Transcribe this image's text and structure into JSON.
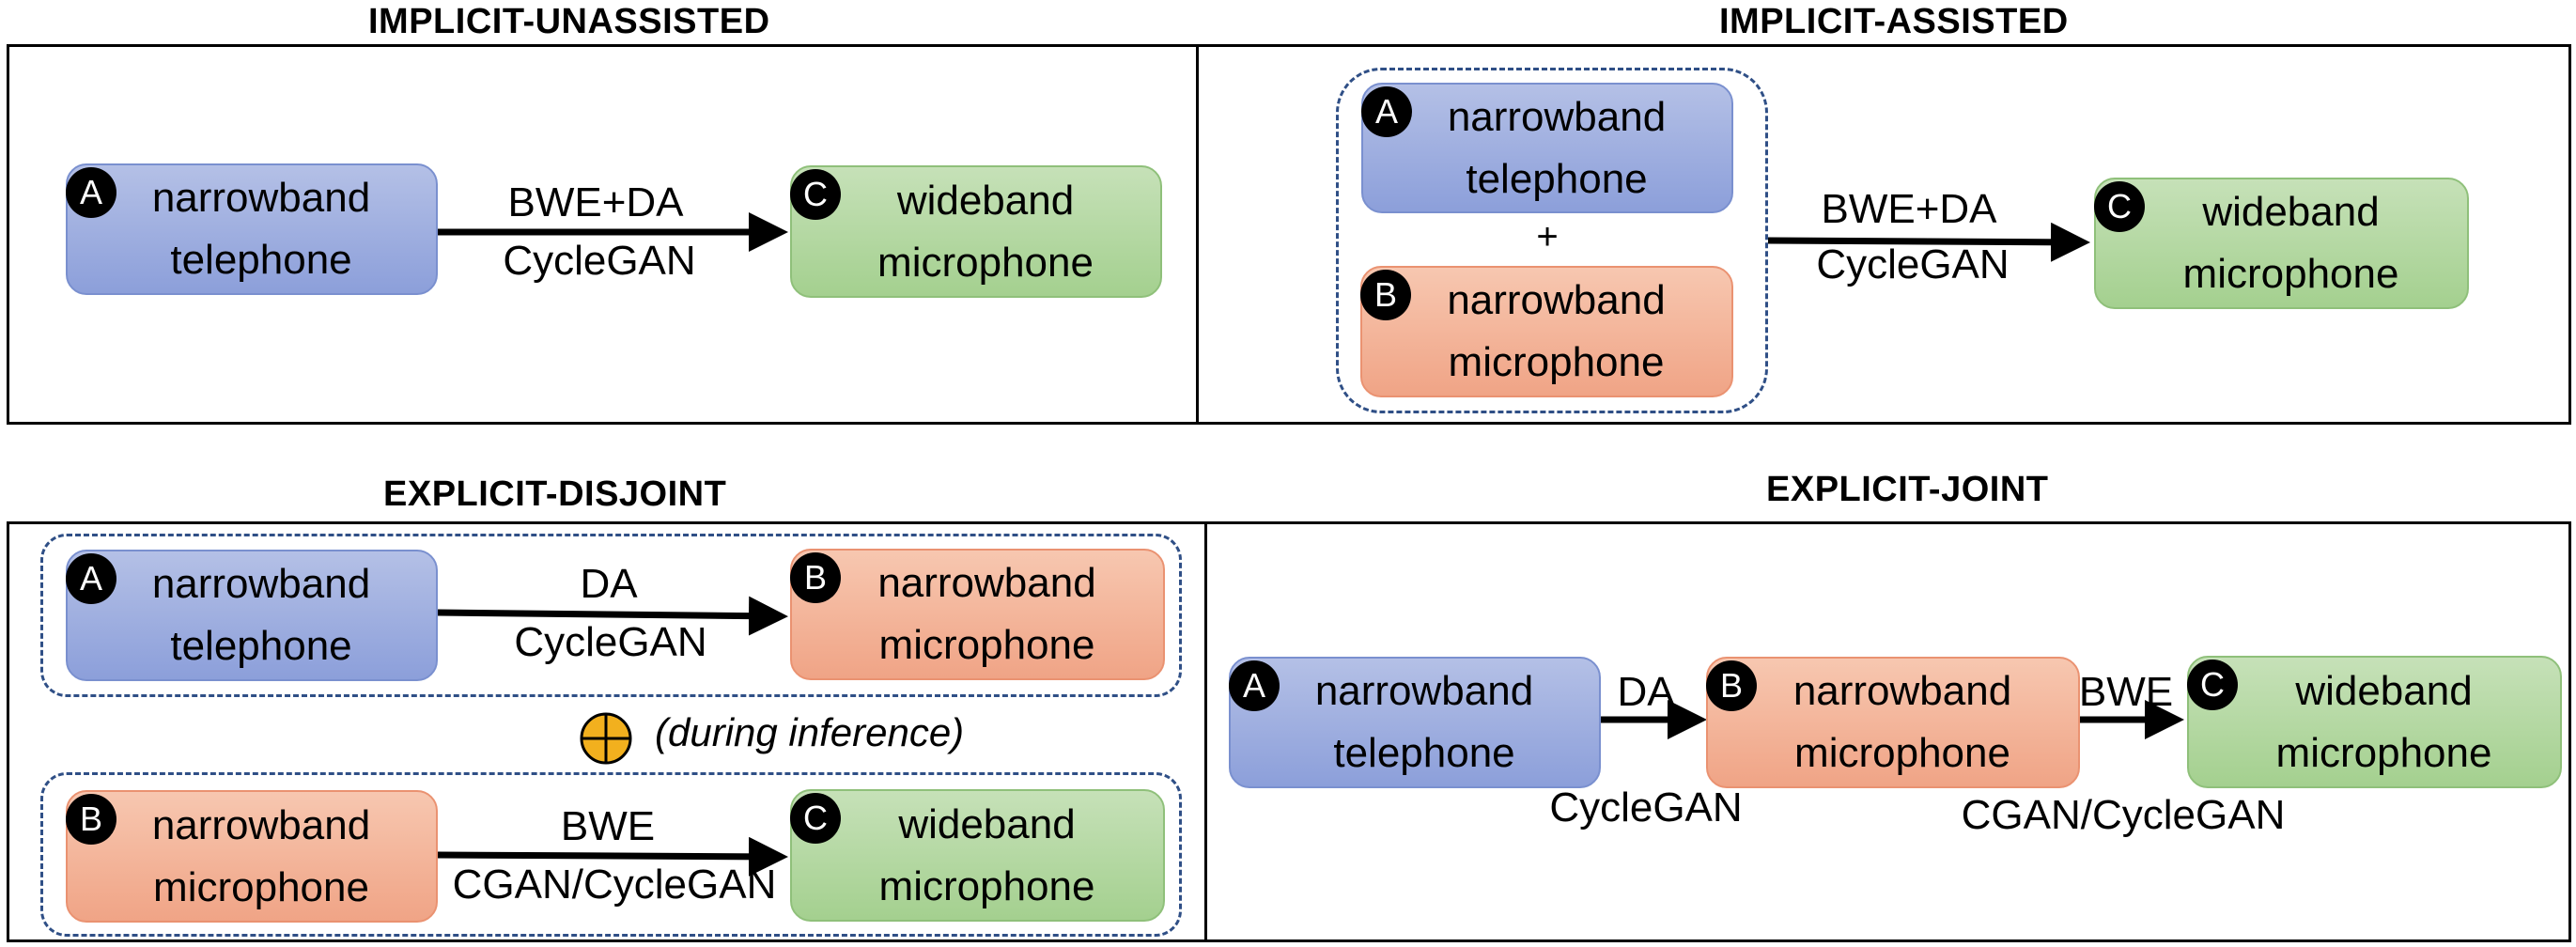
{
  "titles": {
    "implicit_unassisted": "IMPLICIT-UNASSISTED",
    "implicit_assisted": "IMPLICIT-ASSISTED",
    "explicit_disjoint": "EXPLICIT-DISJOINT",
    "explicit_joint": "EXPLICIT-JOINT"
  },
  "nodes": {
    "a": {
      "badge": "A",
      "line1": "narrowband",
      "line2": "telephone"
    },
    "b": {
      "badge": "B",
      "line1": "narrowband",
      "line2": "microphone"
    },
    "c": {
      "badge": "C",
      "line1": "wideband",
      "line2": "microphone"
    }
  },
  "labels": {
    "bwe_da": "BWE+DA",
    "cyclegan": "CycleGAN",
    "da": "DA",
    "bwe": "BWE",
    "cgan_cyclegan": "CGAN/CycleGAN",
    "plus": "+",
    "during_inference": "(during inference)"
  },
  "colors": {
    "telephone_node": "#8c9fda",
    "narrowband_microphone_node": "#f0a486",
    "wideband_microphone_node": "#a4d08f",
    "dashed_group_border": "#2f4f86",
    "combine_symbol": "#f2b01e"
  }
}
